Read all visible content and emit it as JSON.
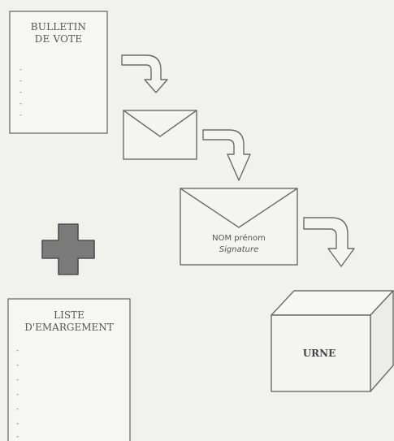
{
  "bulletin": {
    "title": "BULLETIN\nDE VOTE",
    "bullets": [
      "-",
      "-",
      "-",
      "-",
      "-"
    ]
  },
  "envelope_signed": {
    "name_line": "NOM prénom",
    "signature_line": "Signature"
  },
  "urne": {
    "label": "URNE"
  },
  "liste": {
    "title": "LISTE\nD'EMARGEMENT",
    "bullets": [
      "-",
      "-",
      "-",
      "-",
      "-",
      "-",
      "-"
    ]
  },
  "colors": {
    "stroke": "#6b6b6b",
    "paper": "#f4f4f1",
    "plus_fill": "#7a7a7a",
    "background": "#f1f1ee"
  }
}
